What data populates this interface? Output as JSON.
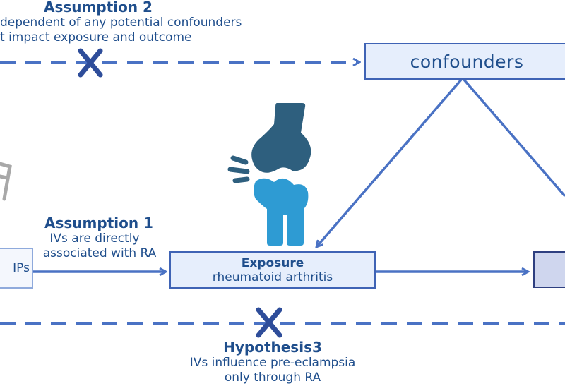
{
  "assumption2": {
    "title": "Assumption 2",
    "line1": "dependent of any potential confounders",
    "line2": "t impact exposure and outcome"
  },
  "assumption1": {
    "title": "Assumption 1",
    "line1": "IVs are directly",
    "line2": "associated with RA"
  },
  "hypothesis3": {
    "title": "Hypothesis3",
    "line1": "IVs influence pre-eclampsia",
    "line2": "only through RA"
  },
  "confounders_box": {
    "label": "confounders"
  },
  "exposure_box": {
    "title": "Exposure",
    "subtitle": "rheumatoid arthritis"
  },
  "snps_box": {
    "label": "IPs"
  },
  "colors": {
    "arrow": "#4a72c4",
    "text": "#1f4e8c",
    "cross": "#2e4d9a",
    "box_fill": "#e6eefc",
    "outcome_fill": "#cfd6ee",
    "bone_upper": "#2e5f7e",
    "bone_lower": "#2e9bd3"
  },
  "icons": [
    "knee-joint-icon",
    "pain-lines-icon",
    "cross-mark-icon"
  ]
}
